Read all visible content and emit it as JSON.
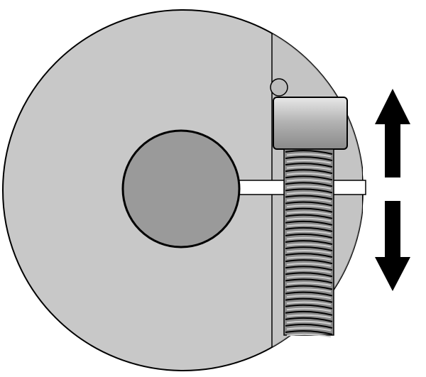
{
  "colors": {
    "collar_fill": "#c8c8c8",
    "bore_fill": "#9a9a9a",
    "outline": "#000000",
    "screw_fill": "#a8a8a8",
    "arrow": "#000000",
    "background": "#ffffff"
  },
  "screw": {
    "thread_count": 28
  },
  "arrows": [
    "up-arrow",
    "down-arrow"
  ]
}
